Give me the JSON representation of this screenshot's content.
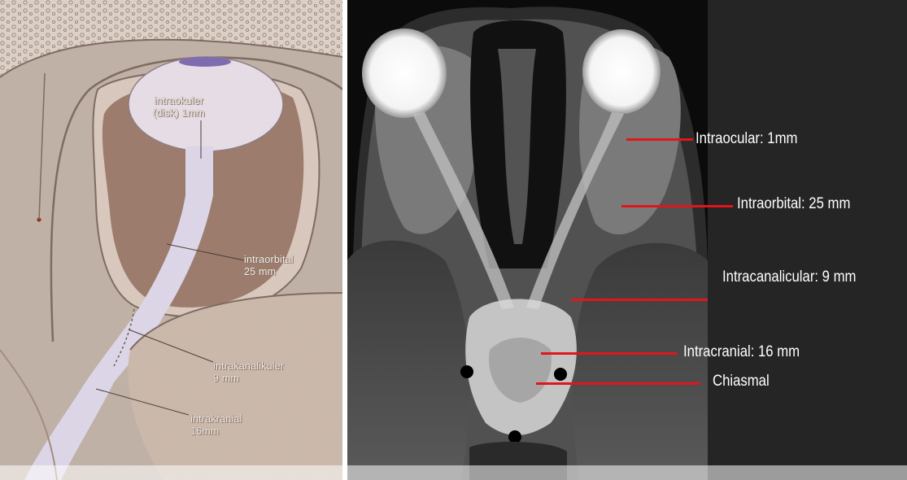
{
  "diagram": {
    "labels": {
      "intraocular": "intraokuler\n(disk) 1mm",
      "intraorbital": "intraorbital\n25 mm",
      "intracanalicular": "intrakanalikuler\n9 mm",
      "intracranial": "intrakranial\n16mm"
    }
  },
  "mri": {
    "labels": {
      "intraocular": "Intraocular: 1mm",
      "intraorbital": "Intraorbital: 25 mm",
      "intracanalicular": "Intracanalicular: 9 mm",
      "intracranial": "Intracranial: 16 mm",
      "chiasmal": "Chiasmal"
    },
    "pointer_color": "#e3141a"
  }
}
